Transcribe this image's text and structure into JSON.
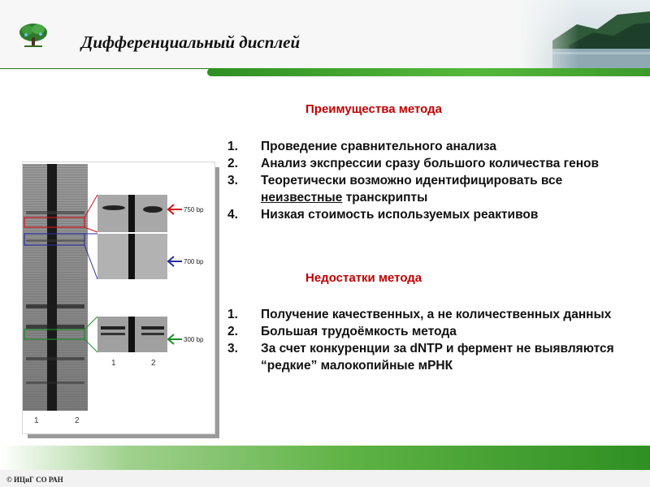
{
  "header": {
    "title": "Дифференциальный  дисплей"
  },
  "advantages": {
    "heading": "Преимущества метода",
    "items": [
      {
        "num": "1.",
        "text": "Проведение сравнительного анализа"
      },
      {
        "num": "2.",
        "text": "Анализ экспрессии сразу большого количества генов"
      },
      {
        "num": "3.",
        "text_before": "Теоретически возможно идентифицировать все ",
        "text_underlined": "неизвестные",
        "text_after": " транскрипты"
      },
      {
        "num": "4.",
        "text": "Низкая стоимость используемых реактивов"
      }
    ]
  },
  "disadvantages": {
    "heading": "Недостатки метода",
    "items": [
      {
        "num": "1.",
        "text": "Получение качественных, а не количественных данных"
      },
      {
        "num": "2.",
        "text": "Большая трудоёмкость метода"
      },
      {
        "num": "3.",
        "text": "За счет конкуренции за dNTP и фермент не выявляются “редкие” малокопийные мРНК"
      }
    ]
  },
  "figure": {
    "band_labels": [
      "750 bp",
      "700 bp",
      "300 bp"
    ],
    "lane_labels": [
      "1",
      "2"
    ],
    "arrow_colors": [
      "#d0141b",
      "#2a2f9a",
      "#1d8a2a"
    ]
  },
  "footer": {
    "copyright": "© ИЦиГ СО РАН"
  }
}
